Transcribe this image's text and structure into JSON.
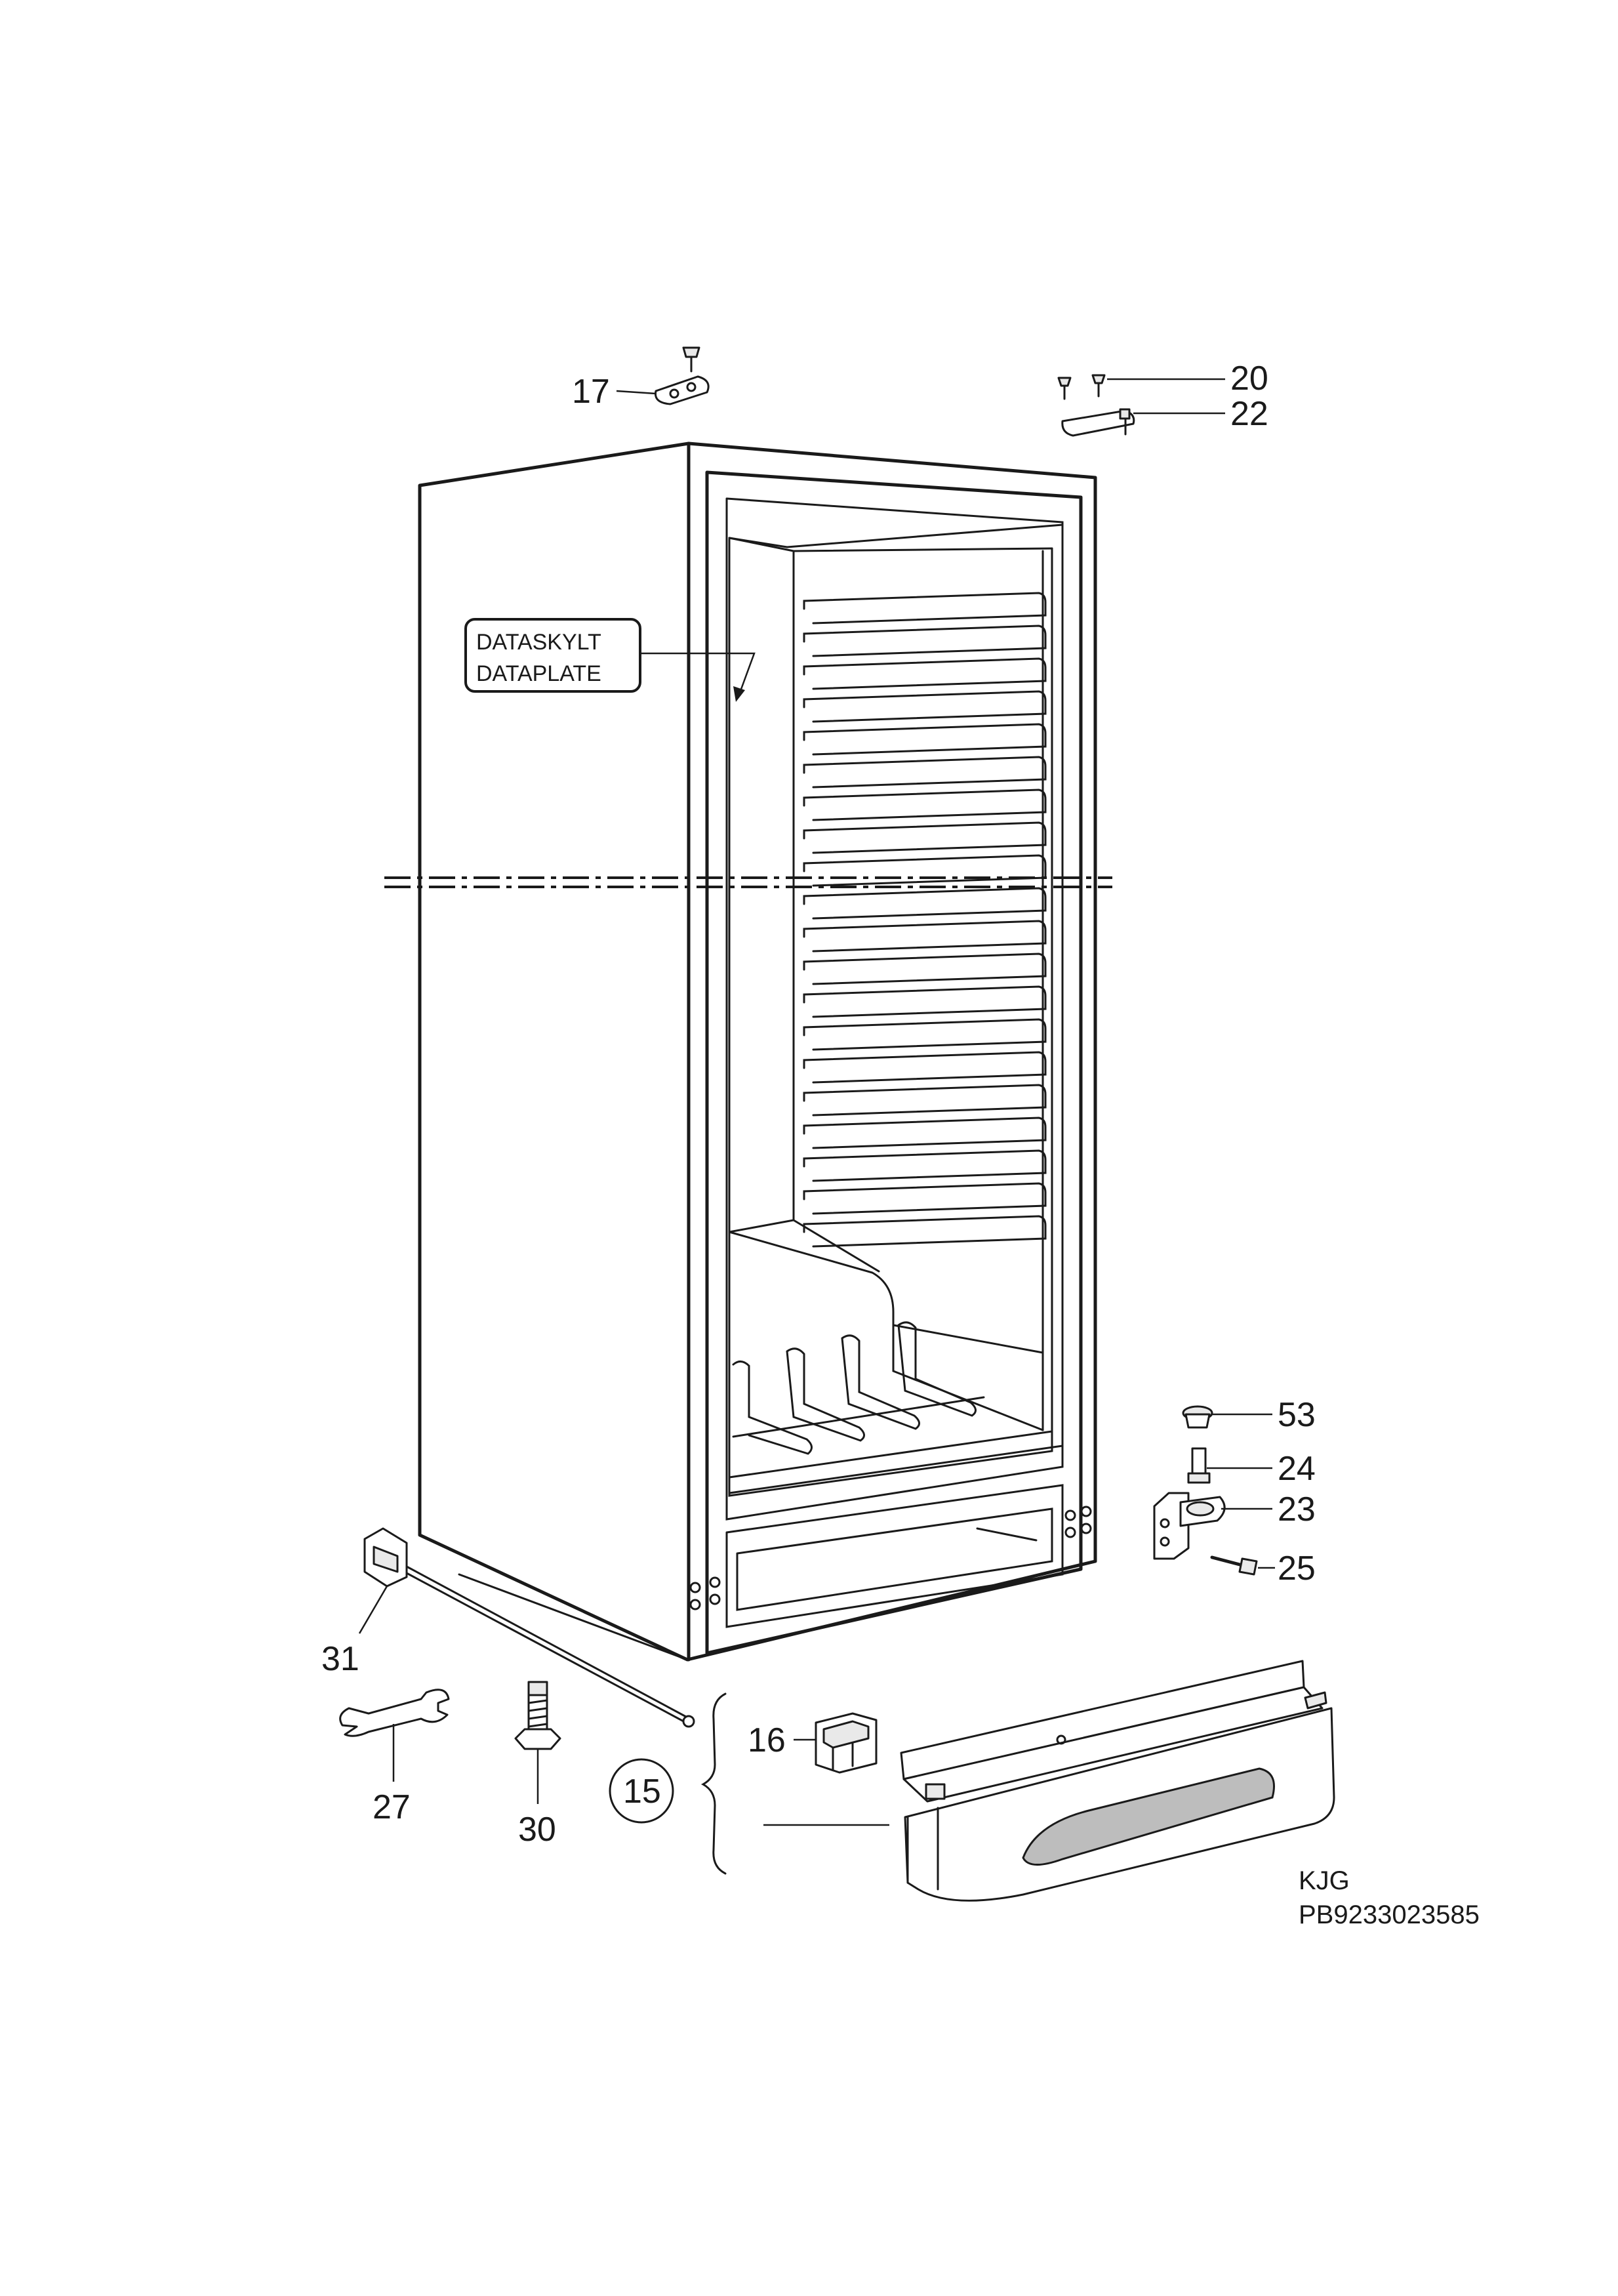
{
  "callouts": [
    {
      "id": "17",
      "label": "17"
    },
    {
      "id": "20",
      "label": "20"
    },
    {
      "id": "22",
      "label": "22"
    },
    {
      "id": "53",
      "label": "53"
    },
    {
      "id": "24",
      "label": "24"
    },
    {
      "id": "23",
      "label": "23"
    },
    {
      "id": "25",
      "label": "25"
    },
    {
      "id": "31",
      "label": "31"
    },
    {
      "id": "27",
      "label": "27"
    },
    {
      "id": "30",
      "label": "30"
    },
    {
      "id": "16",
      "label": "16"
    },
    {
      "id": "15",
      "label": "15"
    }
  ],
  "dataplate": {
    "line1": "DATASKYLT",
    "line2": "DATAPLATE"
  },
  "drawing_code": {
    "line1": "KJG",
    "line2": "PB9233023585"
  }
}
